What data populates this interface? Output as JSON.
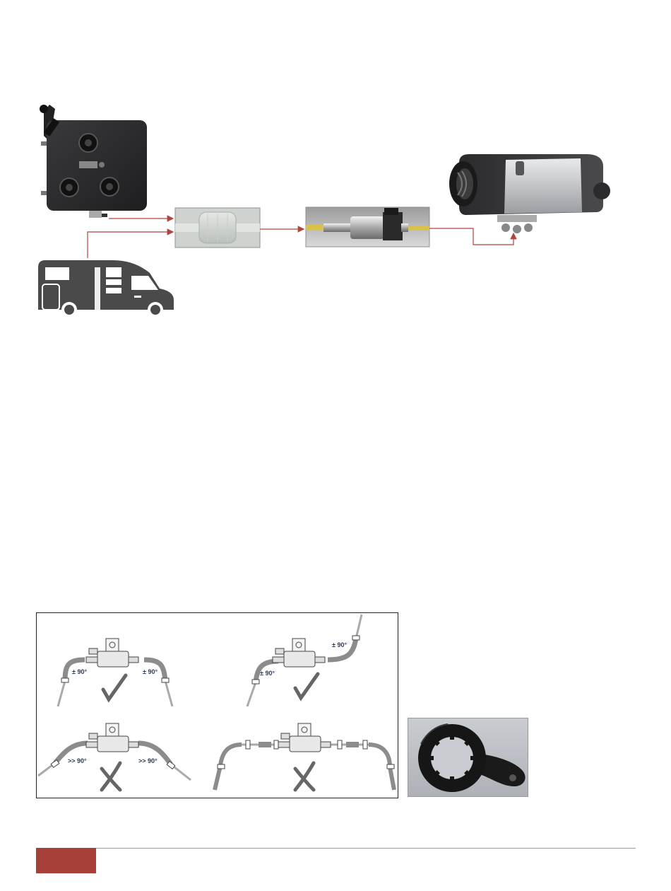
{
  "colors": {
    "accent": "#a8403a",
    "flow_arrow": "#b2443e",
    "footer_line": "#9a9a9a",
    "vehicle": "#4a4a4a"
  },
  "fuel_diagram": {
    "components": [
      {
        "name": "fuel-tank-photo"
      },
      {
        "name": "motorhome-icon"
      },
      {
        "name": "fuel-filter-photo"
      },
      {
        "name": "fuel-pump-photo"
      },
      {
        "name": "air-heater-photo"
      }
    ]
  },
  "routing_diagram": {
    "correct_panels": [
      {
        "angle_left": "± 90°",
        "angle_right": "± 90°",
        "mark": "check-icon"
      },
      {
        "angle_left": "± 90°",
        "angle_right": "± 90°",
        "mark": "check-icon"
      }
    ],
    "wrong_panels": [
      {
        "angle_left": ">> 90°",
        "angle_right": ">> 90°",
        "mark": "cross-icon"
      },
      {
        "mark": "cross-icon"
      }
    ]
  },
  "tool_photo": {
    "icon": "wrench-icon"
  }
}
